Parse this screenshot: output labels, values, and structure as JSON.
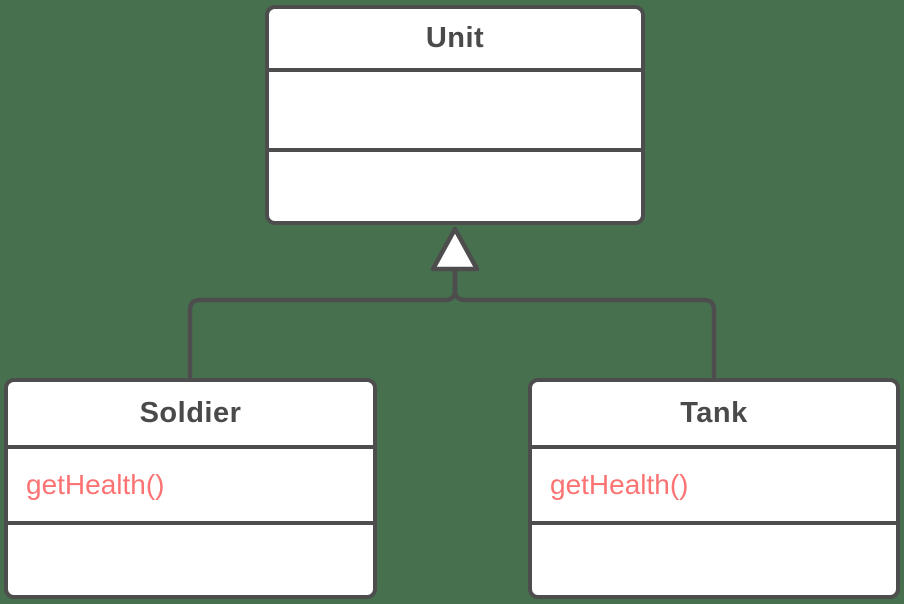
{
  "diagram": {
    "kind": "uml-class-diagram",
    "colors": {
      "background": "#47704f",
      "stroke": "#4d4d4d",
      "box_fill": "#ffffff",
      "class_name_text": "#4a4a4a",
      "member_text": "#fb7373"
    },
    "classes": [
      {
        "id": "unit",
        "name": "Unit",
        "compartment2": "",
        "compartment3": ""
      },
      {
        "id": "soldier",
        "name": "Soldier",
        "compartment2": "getHealth()",
        "compartment3": ""
      },
      {
        "id": "tank",
        "name": "Tank",
        "compartment2": "getHealth()",
        "compartment3": ""
      }
    ],
    "relationships": [
      {
        "type": "generalization",
        "from": "Soldier",
        "to": "Unit"
      },
      {
        "type": "generalization",
        "from": "Tank",
        "to": "Unit"
      }
    ]
  }
}
